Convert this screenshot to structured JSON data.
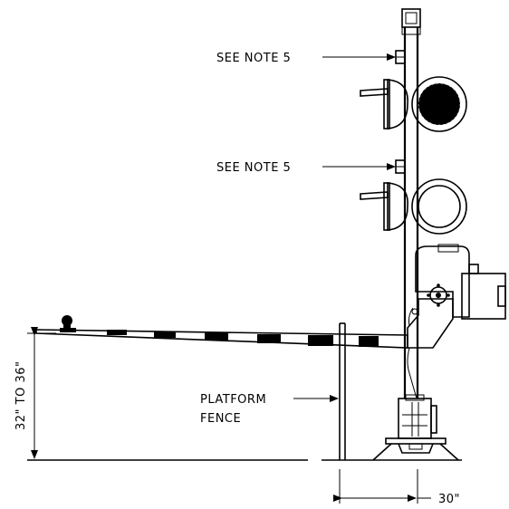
{
  "notes": {
    "note_upper": "SEE NOTE 5",
    "note_lower": "SEE NOTE 5"
  },
  "labels": {
    "platform_line1": "PLATFORM",
    "platform_line2": "FENCE",
    "height_range": "32\" TO 36\"",
    "offset": "30\""
  }
}
